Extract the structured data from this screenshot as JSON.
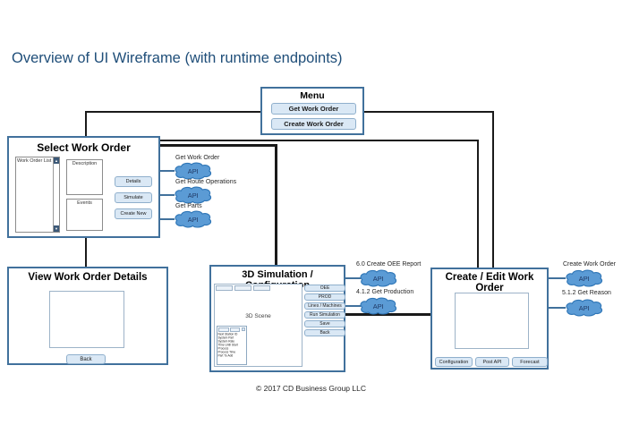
{
  "title": "Overview of UI Wireframe (with runtime endpoints)",
  "footer": "© 2017 CD Business Group LLC",
  "colors": {
    "title_text": "#1F4E79",
    "box_border": "#41719C",
    "button_fill": "#DAE8F5",
    "cloud_fill": "#5B9BD5",
    "cloud_border": "#2E75B6",
    "connector": "#1a1a1a"
  },
  "menu": {
    "title": "Menu",
    "get_work_order": "Get Work Order",
    "create_work_order": "Create Work Order"
  },
  "select_work_order": {
    "title": "Select Work Order",
    "list_label": "Work Order List",
    "description_label": "Description",
    "events_label": "Events",
    "details": "Details",
    "simulate": "Simulate",
    "create_new": "Create New",
    "scroll_up": "▲",
    "scroll_down": "▼"
  },
  "view_work_order": {
    "title": "View Work Order Details",
    "back": "Back"
  },
  "simulation": {
    "title": "3D Simulation / Configuration",
    "scene_label": "3D Scene",
    "scene_tabs": [
      "Operations",
      "Inventory",
      "Lines"
    ],
    "panel_tabs": [
      "Detail",
      "Charts"
    ],
    "panel_close": "x",
    "panel_items": [
      "Next Station ID",
      "System Part",
      "System Rate",
      "Time Until Start",
      "Process",
      "Process Time",
      "Part To Add"
    ],
    "oee": "OEE",
    "prod": "PROD",
    "lines_machines": "Lines / Machines",
    "run_simulation": "Run Simulation",
    "save": "Save",
    "back": "Back"
  },
  "create_edit": {
    "title": "Create / Edit Work Order",
    "configuration": "Configuration",
    "post_api": "Post API",
    "forecast": "Forecast"
  },
  "api": {
    "left": [
      {
        "label": "Get Work Order",
        "cloud": "API"
      },
      {
        "label": "Get Route Operations",
        "cloud": "API"
      },
      {
        "label": "Get Parts",
        "cloud": "API"
      }
    ],
    "middle": [
      {
        "label": "6.0 Create OEE Report",
        "cloud": "API"
      },
      {
        "label": "4.1.2 Get Production",
        "cloud": "API"
      }
    ],
    "right": [
      {
        "label": "Create Work Order",
        "cloud": "API"
      },
      {
        "label": "5.1.2 Get Reason",
        "cloud": "API"
      }
    ]
  }
}
